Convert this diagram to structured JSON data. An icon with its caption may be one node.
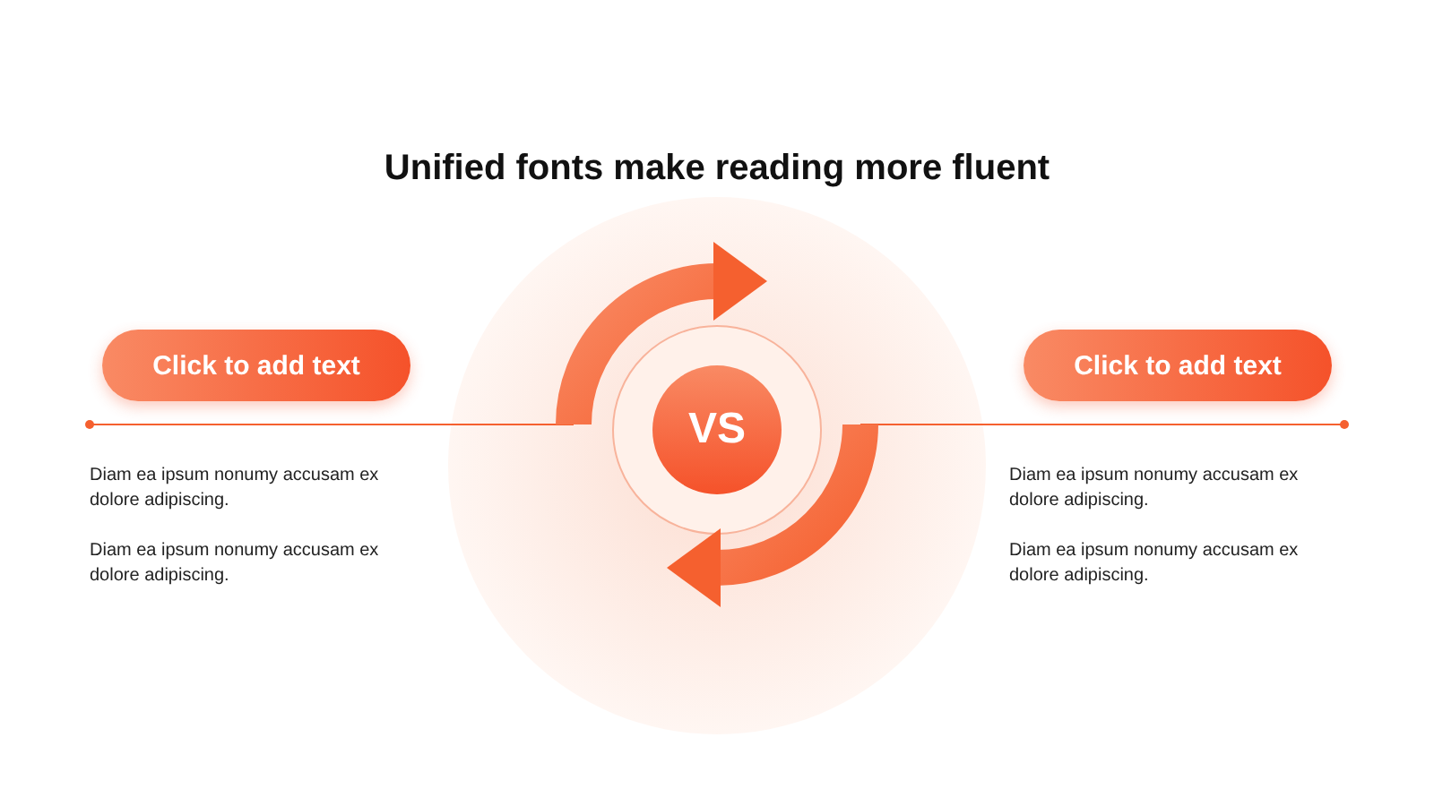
{
  "diagram": {
    "title": "Unified fonts make reading more fluent",
    "nodes": [
      {
        "text": [
          "Click to add text"
        ]
      },
      {
        "text": [
          "VS"
        ]
      },
      {
        "text": [
          "Click to add text"
        ]
      }
    ],
    "labels": [
      "Diam ea ipsum nonumy accusam ex dolore adipiscing.",
      "Diam ea ipsum nonumy accusam ex dolore adipiscing.",
      "Diam ea ipsum nonumy accusam ex dolore adipiscing.",
      "Diam ea ipsum nonumy accusam ex dolore adipiscing."
    ]
  }
}
